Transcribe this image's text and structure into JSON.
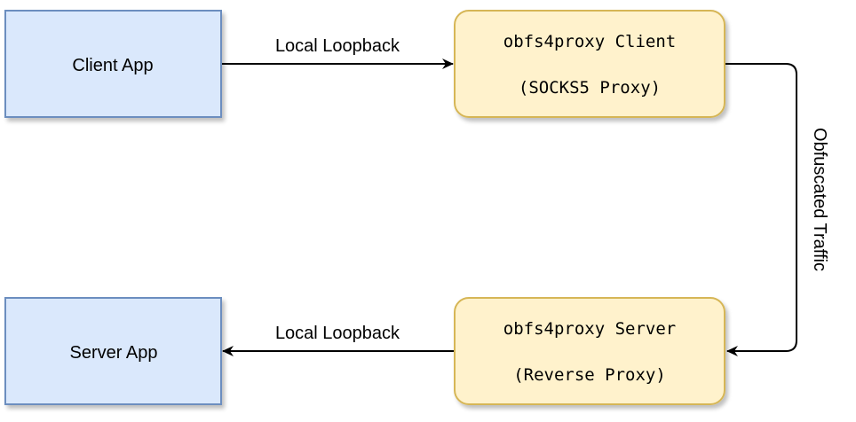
{
  "nodes": {
    "client_app": {
      "label": "Client App"
    },
    "server_app": {
      "label": "Server App"
    },
    "obfs4_client": {
      "line1": "obfs4proxy Client",
      "line2": "(SOCKS5 Proxy)"
    },
    "obfs4_server": {
      "line1": "obfs4proxy Server",
      "line2": "(Reverse Proxy)"
    }
  },
  "edges": {
    "client_to_proxy": {
      "label": "Local Loopback"
    },
    "proxy_to_server": {
      "label": "Local Loopback"
    },
    "obfuscated": {
      "label": "Obfuscated Traffic"
    }
  },
  "colors": {
    "app_fill": "#dae8fc",
    "app_stroke": "#6c8ebf",
    "proxy_fill": "#fff2cc",
    "proxy_stroke": "#d6b656",
    "edge": "#000000"
  }
}
